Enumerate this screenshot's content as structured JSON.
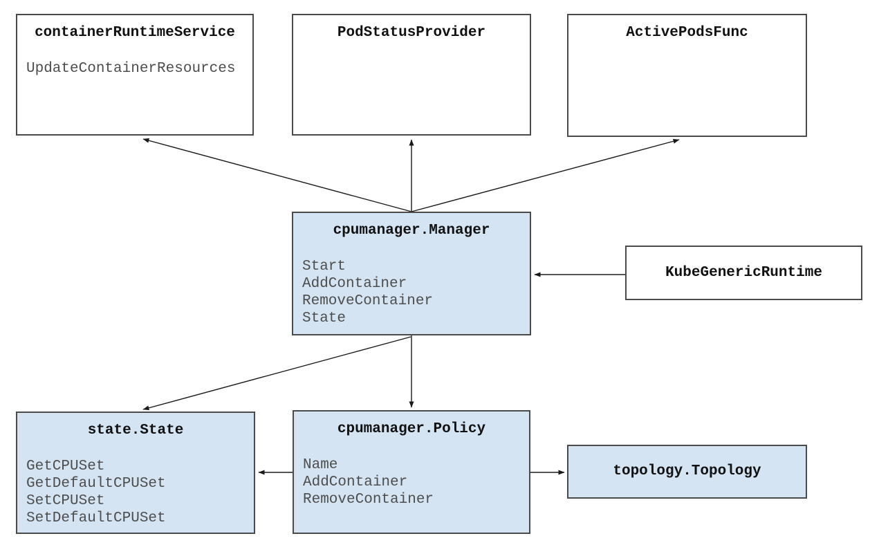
{
  "diagram": {
    "boxes": [
      {
        "id": "containerRuntimeService",
        "title": "containerRuntimeService",
        "highlighted": false,
        "methods": [
          "UpdateContainerResources"
        ]
      },
      {
        "id": "PodStatusProvider",
        "title": "PodStatusProvider",
        "highlighted": false,
        "methods": []
      },
      {
        "id": "ActivePodsFunc",
        "title": "ActivePodsFunc",
        "highlighted": false,
        "methods": []
      },
      {
        "id": "cpumanager.Manager",
        "title": "cpumanager.Manager",
        "highlighted": true,
        "methods": [
          "Start",
          "AddContainer",
          "RemoveContainer",
          "State"
        ]
      },
      {
        "id": "KubeGenericRuntime",
        "title": "KubeGenericRuntime",
        "highlighted": false,
        "methods": []
      },
      {
        "id": "state.State",
        "title": "state.State",
        "highlighted": true,
        "methods": [
          "GetCPUSet",
          "GetDefaultCPUSet",
          "SetCPUSet",
          "SetDefaultCPUSet"
        ]
      },
      {
        "id": "cpumanager.Policy",
        "title": "cpumanager.Policy",
        "highlighted": true,
        "methods": [
          "Name",
          "AddContainer",
          "RemoveContainer"
        ]
      },
      {
        "id": "topology.Topology",
        "title": "topology.Topology",
        "highlighted": true,
        "methods": []
      }
    ],
    "arrows": [
      {
        "from": "cpumanager.Manager",
        "to": "containerRuntimeService"
      },
      {
        "from": "cpumanager.Manager",
        "to": "PodStatusProvider"
      },
      {
        "from": "cpumanager.Manager",
        "to": "ActivePodsFunc"
      },
      {
        "from": "KubeGenericRuntime",
        "to": "cpumanager.Manager"
      },
      {
        "from": "cpumanager.Manager",
        "to": "state.State"
      },
      {
        "from": "cpumanager.Manager",
        "to": "cpumanager.Policy"
      },
      {
        "from": "cpumanager.Policy",
        "to": "state.State"
      },
      {
        "from": "cpumanager.Policy",
        "to": "topology.Topology"
      }
    ],
    "colors": {
      "background": "#ffffff",
      "highlight_fill": "#d5e4f2",
      "box_border": "#4a4a4a",
      "arrow": "#1a1a1a",
      "title_text": "#111111",
      "method_text": "#4d4d4d"
    }
  }
}
